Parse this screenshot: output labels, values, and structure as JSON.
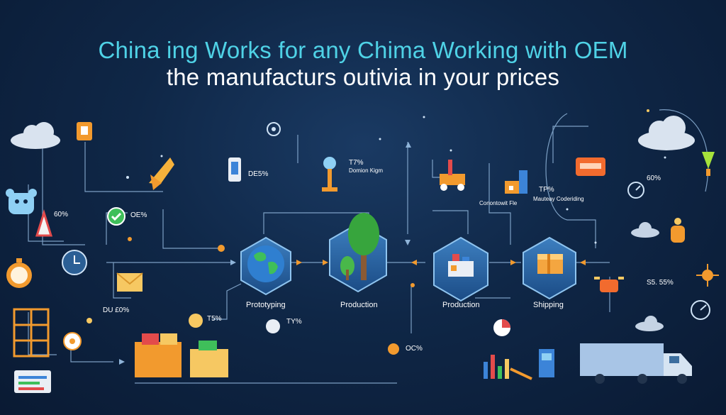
{
  "title": {
    "line1": "China ing Works for any Chima Working with OEM",
    "line2": "the manufacturs outivia in your prices"
  },
  "stages": [
    {
      "label": "Prototyping"
    },
    {
      "label": "Production"
    },
    {
      "label": "Production"
    },
    {
      "label": "Shipping"
    }
  ],
  "callouts": [
    {
      "id": "de5",
      "value": "DE5%"
    },
    {
      "id": "t7a",
      "value": "T7%",
      "sub": "Domion Kigm"
    },
    {
      "id": "s60",
      "value": "60%"
    },
    {
      "id": "oe",
      "value": "OE%"
    },
    {
      "id": "du",
      "value": "DU £0%"
    },
    {
      "id": "t5",
      "value": "T5%"
    },
    {
      "id": "ty",
      "value": "TY%"
    },
    {
      "id": "oc",
      "value": "OC%"
    },
    {
      "id": "tp",
      "value": "TP%",
      "sub": "Mauteay Coderiding"
    },
    {
      "id": "r60",
      "value": "60%"
    },
    {
      "id": "s55",
      "value": "S5. 55%"
    },
    {
      "id": "cw",
      "value": "Conontowit Fle"
    }
  ],
  "colors": {
    "accent": "#4fd2e6",
    "background": "#0f2747",
    "orange": "#f29a2e",
    "line": "#8fb4d9"
  },
  "icons": [
    "cloud-icon",
    "bear-icon",
    "warning-icon",
    "check-icon",
    "clock-icon",
    "phone-icon",
    "lamp-icon",
    "globe-icon",
    "tree-icon",
    "factory-icon",
    "boxes-icon",
    "truck-icon",
    "rocket-icon",
    "crane-icon",
    "building-icon",
    "gauge-icon",
    "envelope-icon"
  ]
}
